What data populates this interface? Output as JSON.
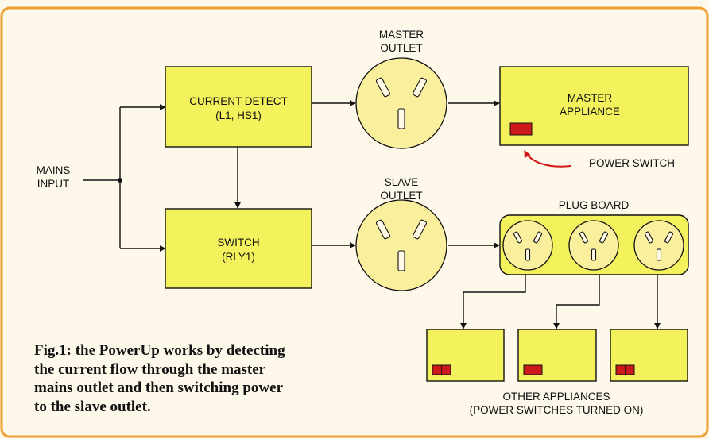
{
  "colors": {
    "frame": "#f0a030",
    "background": "#fdf8ea",
    "block_fill": "#f4f25c",
    "outlet_fill": "#f9ef9c",
    "switch_red": "#cc1a1a",
    "arrow_red": "#d01818"
  },
  "labels": {
    "mains_1": "MAINS",
    "mains_2": "INPUT",
    "current_1": "CURRENT DETECT",
    "current_2": "(L1, HS1)",
    "switch_1": "SWITCH",
    "switch_2": "(RLY1)",
    "master_outlet_1": "MASTER",
    "master_outlet_2": "OUTLET",
    "slave_outlet_1": "SLAVE",
    "slave_outlet_2": "OUTLET",
    "master_app_1": "MASTER",
    "master_app_2": "APPLIANCE",
    "power_switch": "POWER SWITCH",
    "plug_board": "PLUG BOARD",
    "other_1": "OTHER APPLIANCES",
    "other_2": "(POWER SWITCHES TURNED ON)"
  },
  "caption": [
    "Fig.1: the PowerUp works by detecting",
    "the current flow through the master",
    "mains outlet and then switching power",
    "to the slave outlet."
  ]
}
